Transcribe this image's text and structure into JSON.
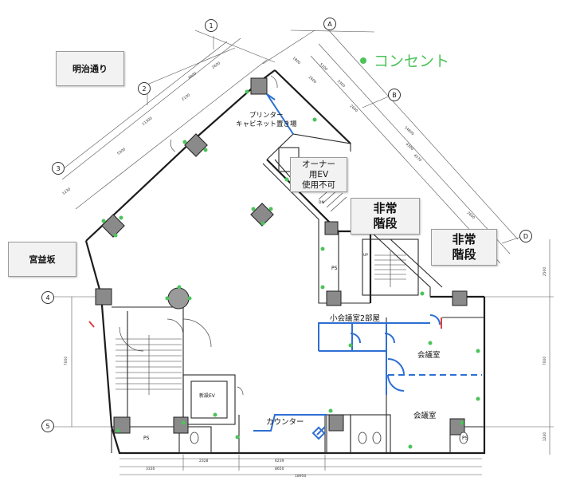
{
  "legend": {
    "label": "コンセント",
    "dot_color": "#4cc35a"
  },
  "street_labels": {
    "meiji": "明治通り",
    "miyamasu": "宮益坂"
  },
  "stair_labels": {
    "upper": [
      "非常",
      "階段"
    ],
    "right": [
      "非常",
      "階段"
    ]
  },
  "owner_ev": [
    "オーナー",
    "用EV",
    "使用不可"
  ],
  "printer_area": [
    "プリンター",
    "キャビネット置き場"
  ],
  "rooms": {
    "small_meeting": "小会議室2部屋",
    "meeting_upper": "会議室",
    "meeting_lower": "会議室",
    "counter": "カウンター",
    "new_ev": "新設EV",
    "ps_labels": [
      "PS",
      "PS",
      "PS"
    ],
    "up": "UP",
    "dn": "DN"
  },
  "grid_markers": {
    "numbers": [
      "1",
      "2",
      "3",
      "4",
      "5"
    ],
    "letters": [
      "A",
      "B",
      "D"
    ]
  },
  "dimensions": {
    "bottom_row1": [
      "2328",
      "6239"
    ],
    "bottom_row2": [
      "3330",
      "8650"
    ],
    "bottom_total": "18950",
    "right": [
      "2500",
      "7000",
      "1240"
    ],
    "left": [
      "7000"
    ],
    "diag_left": [
      "11300",
      "4800",
      "2600",
      "2100",
      "5300",
      "1230"
    ],
    "diag_right": [
      "5200",
      "3300",
      "2600",
      "2600",
      "14800",
      "4300",
      "4570",
      "2600",
      "1800"
    ]
  },
  "colors": {
    "wall": "#1c1c1c",
    "new_partition": "#2e6fd4",
    "outlet": "#4cc35a",
    "red_mark": "#e23d3d"
  }
}
